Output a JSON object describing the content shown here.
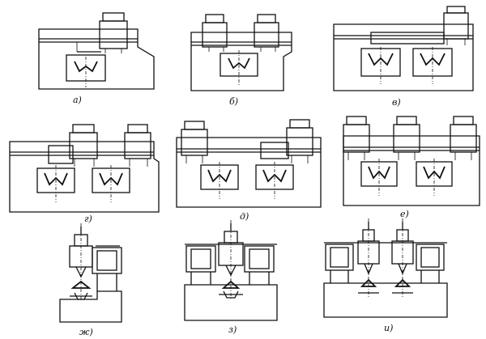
{
  "figure": {
    "captions": [
      "а)",
      "б)",
      "в)",
      "г)",
      "д)",
      "е)",
      "ж)",
      "з)",
      "и)"
    ]
  }
}
